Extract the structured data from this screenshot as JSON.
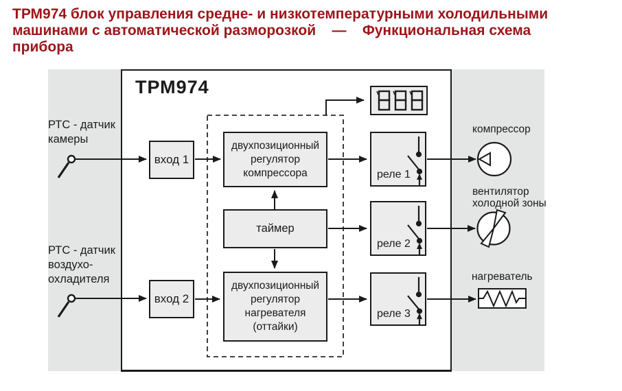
{
  "title": {
    "lines": [
      "ТРМ974 блок управления средне- и низкотемпературными холодильными",
      "машинами с автоматической разморозкой    —    Функциональная схема",
      "прибора"
    ]
  },
  "diagram": {
    "device_label": "ТРМ974",
    "sensors": [
      {
        "lines": [
          "РТС - датчик",
          "камеры"
        ]
      },
      {
        "lines": [
          "РТС - датчик",
          "воздухо-",
          "охладителя"
        ]
      }
    ],
    "inputs": [
      {
        "label": "вход 1"
      },
      {
        "label": "вход 2"
      }
    ],
    "display": {
      "value": "888"
    },
    "blocks": {
      "regulator_compressor": {
        "lines": [
          "двухпозиционный",
          "регулятор",
          "компрессора"
        ]
      },
      "timer": {
        "label": "таймер"
      },
      "regulator_heater": {
        "lines": [
          "двухпозиционный",
          "регулятор",
          "нагревателя",
          "(оттайки)"
        ]
      }
    },
    "relays": [
      {
        "label": "реле 1"
      },
      {
        "label": "реле 2"
      },
      {
        "label": "реле 3"
      }
    ],
    "outputs": [
      {
        "lines": [
          "компрессор"
        ]
      },
      {
        "lines": [
          "вентилятор",
          "холодной зоны"
        ]
      },
      {
        "lines": [
          "нагреватель"
        ]
      }
    ],
    "colors": {
      "title_red": "#9c151a",
      "band_gray": "#e4e6e5",
      "box_fill": "#ebeceb",
      "line_black": "#1a1a1a"
    }
  }
}
